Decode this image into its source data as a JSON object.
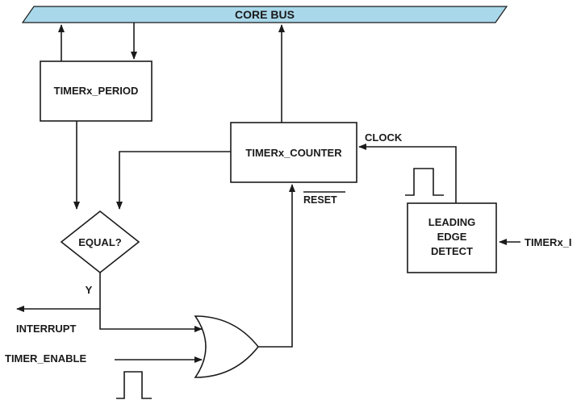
{
  "bus": {
    "label": "CORE BUS",
    "fill": "#a9d8ea"
  },
  "blocks": {
    "period": "TIMERx_PERIOD",
    "counter": "TIMERx_COUNTER",
    "equal": "EQUAL?",
    "edge": [
      "LEADING",
      "EDGE",
      "DETECT"
    ]
  },
  "signals": {
    "clock": "CLOCK",
    "reset": "RESET",
    "y": "Y",
    "interrupt": "INTERRUPT",
    "timer_enable": "TIMER_ENABLE",
    "timerx_i": "TIMERx_I"
  }
}
